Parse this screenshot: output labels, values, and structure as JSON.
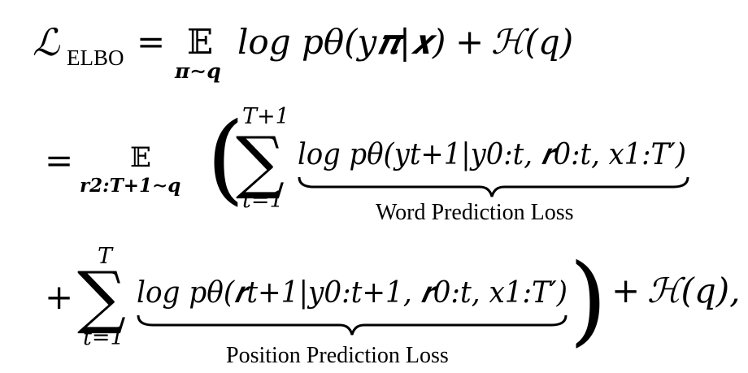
{
  "equation": {
    "row1": {
      "lhs_symbol": "ℒ",
      "lhs_subscript": "ELBO",
      "equals": "=",
      "expectation": "𝔼",
      "expectation_subscript": "𝝅∼q",
      "log_term": "log pθ(y𝝅|𝒙)",
      "plus": "+",
      "entropy": "ℋ(q)"
    },
    "row2": {
      "equals": "=",
      "expectation": "𝔼",
      "expectation_subscript": "𝒓2:T+1∼q",
      "open_paren": "(",
      "sum_symbol": "∑",
      "sum_upper": "T+1",
      "sum_lower": "t=1",
      "term": "log pθ(yt+1|y0:t, 𝒓0:t, x1:T′)",
      "brace_label": "Word Prediction Loss"
    },
    "row3": {
      "plus": "+",
      "sum_symbol": "∑",
      "sum_upper": "T",
      "sum_lower": "t=1",
      "term": "log pθ(𝒓t+1|y0:t+1, 𝒓0:t, x1:T′)",
      "brace_label": "Position Prediction Loss",
      "close_paren": ")",
      "plus2": "+",
      "entropy": "ℋ(q),"
    }
  }
}
